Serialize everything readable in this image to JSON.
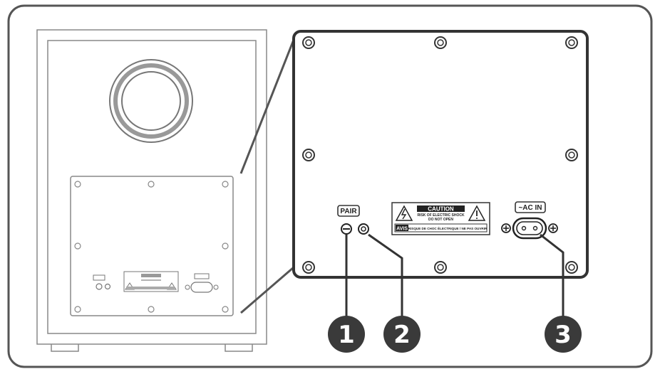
{
  "labels": {
    "pair": "PAIR",
    "ac_in": "~AC IN",
    "caution": "CAUTION",
    "caution_line1": "RISK OF ELECTRIC SHOCK",
    "caution_line2": "DO NOT OPEN",
    "avis": "AVIS",
    "avis_text": "RISQUE DE CHOC ÉLECTRIQUE / NE PAS OUVRIR"
  },
  "callouts": [
    {
      "number": "1",
      "target": "pair-button"
    },
    {
      "number": "2",
      "target": "pair-indicator-led"
    },
    {
      "number": "3",
      "target": "ac-power-socket"
    }
  ],
  "colors": {
    "frame": "#555555",
    "outline": "#333333",
    "callout_fill": "#3a3a3a",
    "callout_text": "#ffffff",
    "panel_fill": "#ffffff"
  }
}
